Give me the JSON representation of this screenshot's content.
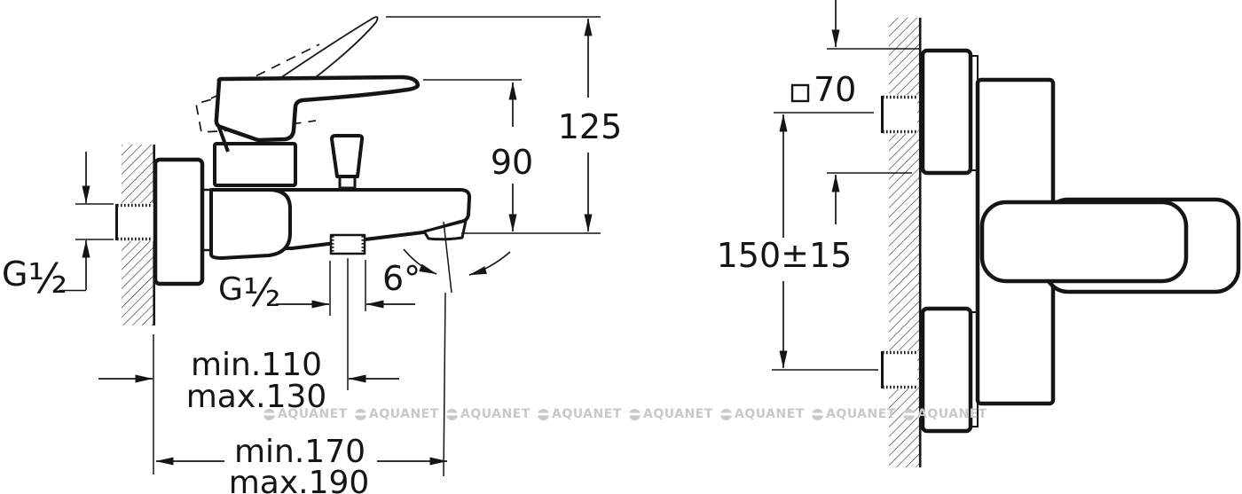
{
  "drawing": {
    "type": "technical-dimension-drawing",
    "subject": "wall-mounted bath mixer faucet, side view and top view",
    "colors": {
      "line": "#151515",
      "background": "#ffffff",
      "watermark": "#c9c9c9"
    }
  },
  "side_view": {
    "g_thread_letter": "G",
    "g_thread_fraction": "½",
    "angle_label": "6°",
    "dim_handle_open": "125",
    "dim_handle_closed": "90",
    "dim_min_110": "min.110",
    "dim_max_130": "max.130",
    "dim_min_170": "min.170",
    "dim_max_190": "max.190"
  },
  "top_view": {
    "square_symbol": "□",
    "square_size": "70",
    "dim_center_distance": "150±15"
  },
  "dimension_labels": [
    "125",
    "90",
    "G½",
    "G½",
    "6°",
    "min.110",
    "max.130",
    "min.170",
    "max.190",
    "□70",
    "150±15"
  ],
  "watermark": {
    "text": "AQUANET",
    "count": 8
  }
}
